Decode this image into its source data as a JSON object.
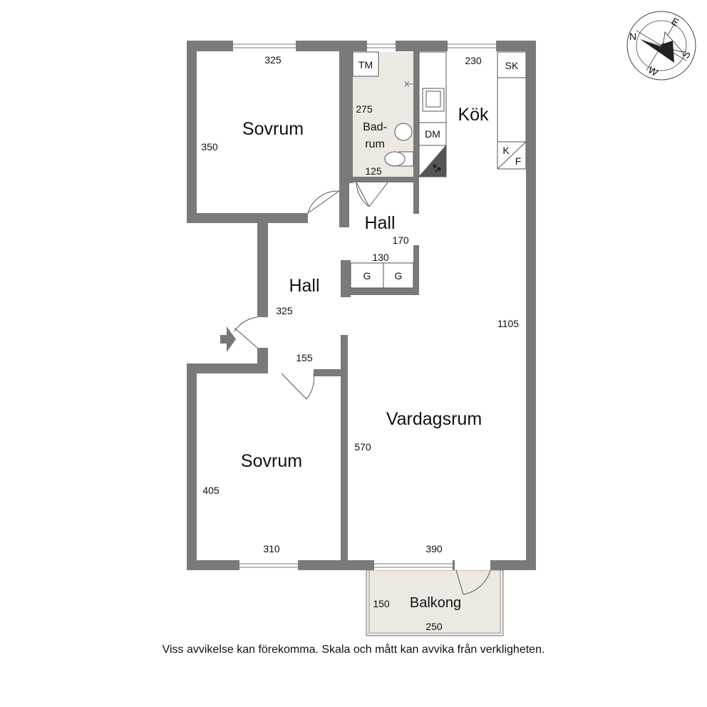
{
  "rooms": {
    "bedroom_top": "Sovrum",
    "bedroom_bottom": "Sovrum",
    "bathroom_line1": "Bad-",
    "bathroom_line2": "rum",
    "kitchen": "Kök",
    "hall_upper": "Hall",
    "hall_lower": "Hall",
    "living_room": "Vardagsrum",
    "balcony": "Balkong"
  },
  "dimensions": {
    "bedroom_top_width": "325",
    "bedroom_top_height": "350",
    "bathroom_height": "275",
    "bathroom_width": "125",
    "kitchen_width": "230",
    "hall_upper_width": "170",
    "wardrobe_width": "130",
    "hall_lower_height": "325",
    "hall_lower_width": "155",
    "living_height": "1105",
    "living_left_height": "570",
    "living_width": "390",
    "bedroom_bottom_height": "405",
    "bedroom_bottom_width": "310",
    "balcony_depth": "150",
    "balcony_width": "250"
  },
  "appliances": {
    "washer": "TM",
    "dishwasher": "DM",
    "fridge_cabinet": "SK",
    "fridge_k": "K",
    "freezer_f": "F",
    "wardrobe_1": "G",
    "wardrobe_2": "G"
  },
  "compass": {
    "n": "N",
    "e": "E",
    "s": "S",
    "w": "W"
  },
  "disclaimer": "Viss avvikelse kan förekomma. Skala och mått kan avvika från verkligheten.",
  "colors": {
    "wall": "#7a7a7a",
    "bathroom_floor": "#ede8e2",
    "balcony_floor": "#ede8e2"
  }
}
